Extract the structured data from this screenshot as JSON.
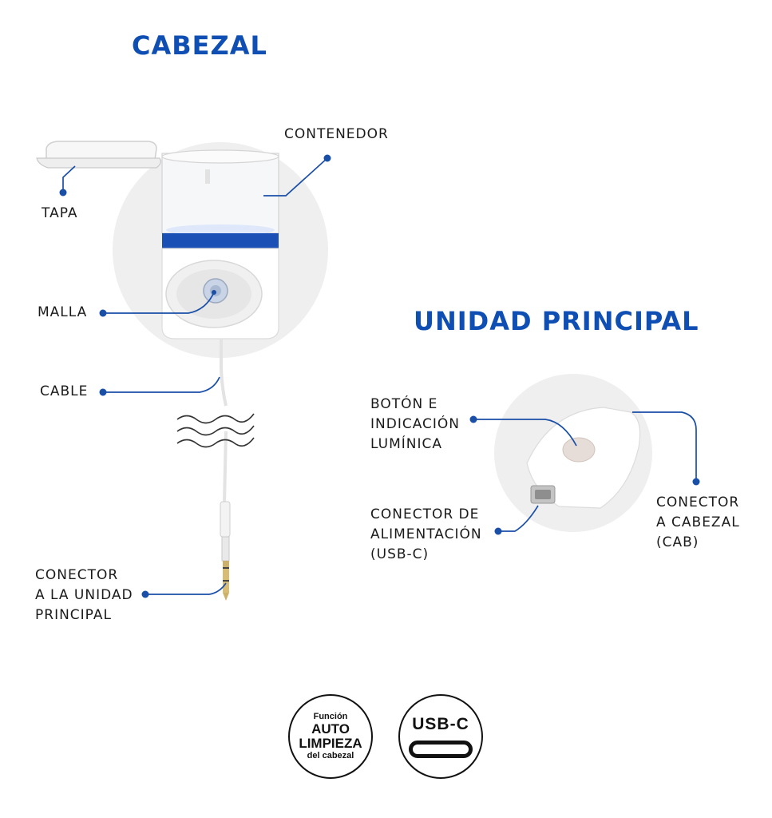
{
  "headings": {
    "cabezal": "CABEZAL",
    "unidad_principal": "UNIDAD PRINCIPAL"
  },
  "labels": {
    "contenedor": "CONTENEDOR",
    "tapa": "TAPA",
    "malla": "MALLA",
    "cable": "CABLE",
    "conector_unidad": "CONECTOR\nA LA UNIDAD\nPRINCIPAL",
    "boton": "BOTÓN E\nINDICACIÓN\nLUMÍNICA",
    "conector_alimentacion": "CONECTOR DE\nALIMENTACIÓN\n(USB-C)",
    "conector_cabezal": "CONECTOR\nA CABEZAL\n(CAB)"
  },
  "badges": {
    "auto_limpieza": {
      "line1": "Función",
      "line2": "AUTO",
      "line3": "LIMPIEZA",
      "line4": "del cabezal"
    },
    "usb_c": {
      "label": "USB-C"
    }
  },
  "colors": {
    "brand_blue": "#0f4fb4",
    "callout_blue": "#1a4fa8",
    "text": "#1a1a1a",
    "circle_bg": "#efefef"
  }
}
